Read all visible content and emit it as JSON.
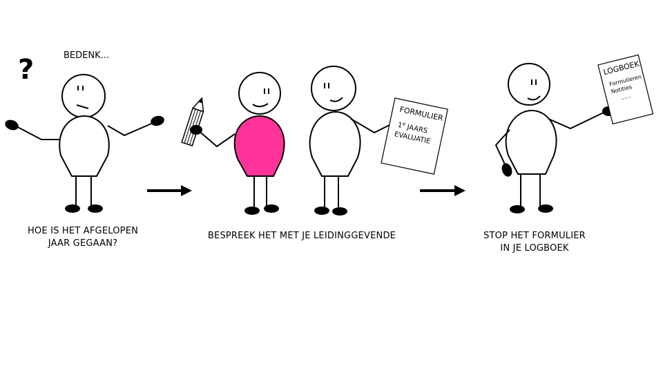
{
  "thought_label": "BEDENK...",
  "question_mark": "?",
  "steps": [
    {
      "caption_lines": [
        "HOE IS HET AFGELOPEN",
        "JAAR GEGAAN?"
      ]
    },
    {
      "caption_lines": [
        "BESPREEK HET MET JE LEIDINGGEVENDE"
      ]
    },
    {
      "caption_lines": [
        "STOP HET FORMULIER",
        "IN JE LOGBOEK"
      ]
    }
  ],
  "form_sheet": {
    "title": "FORMULIER",
    "line1_prefix": "1",
    "line1_sup": "e",
    "line1_rest": " JAARS",
    "line2": "EVALUATIE"
  },
  "logbook_sheet": {
    "title": "LOGBOEK",
    "line1": "Formulieren",
    "line2": "Notities",
    "line3": "......"
  },
  "colors": {
    "highlight_body": "#ff3399",
    "ink": "#000000",
    "paper": "#ffffff"
  }
}
